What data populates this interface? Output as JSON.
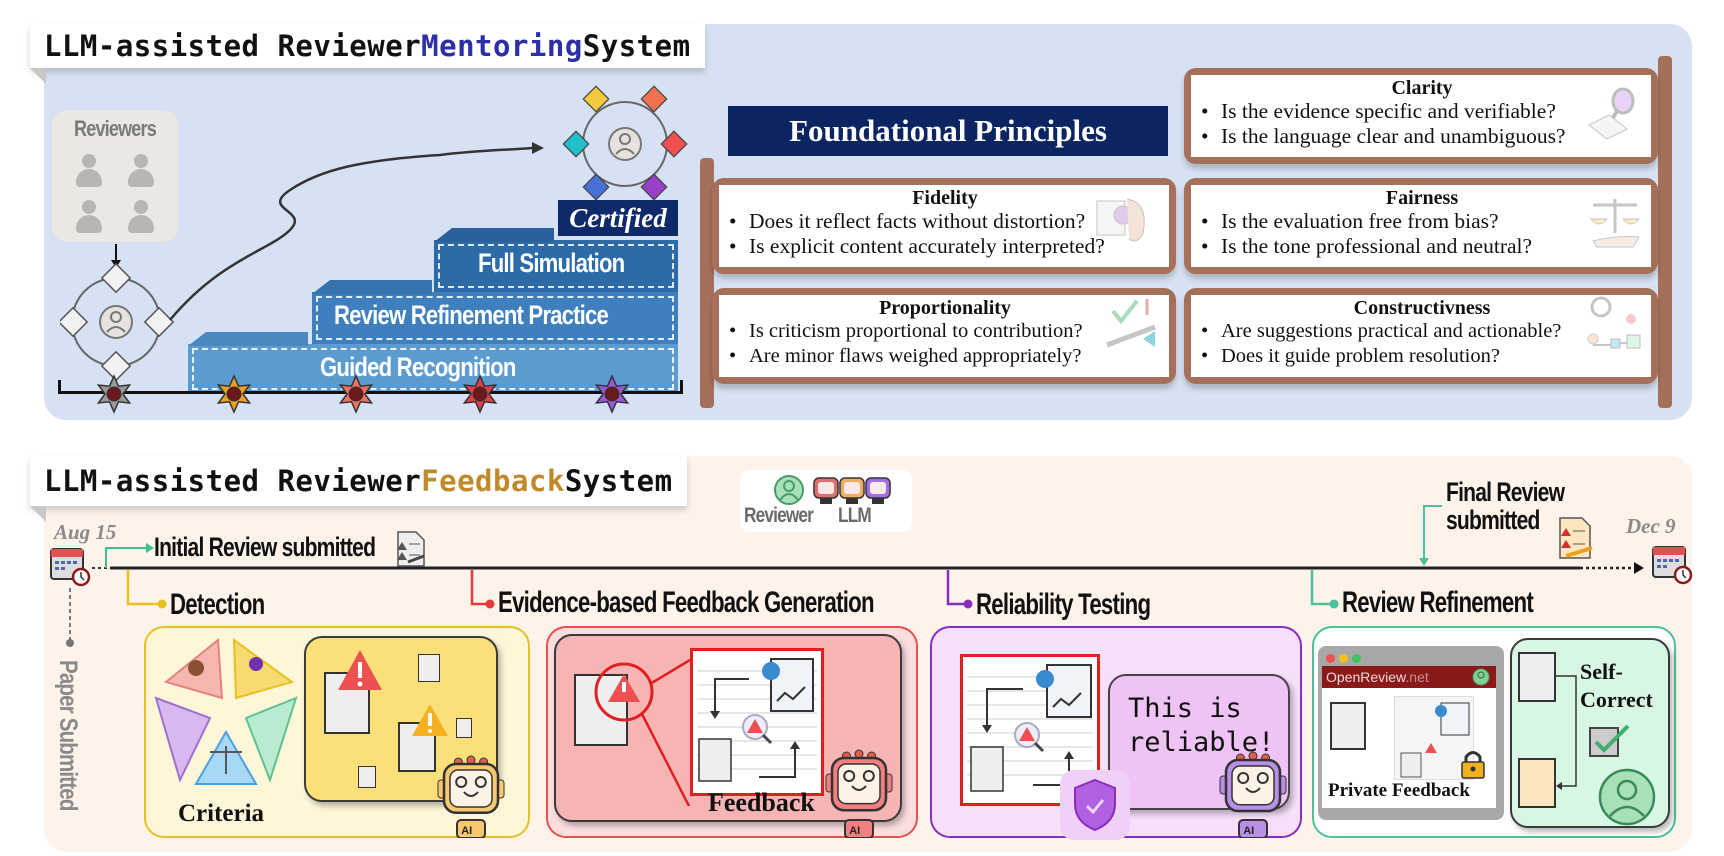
{
  "mentoring": {
    "title_prefix": "LLM-assisted Reviewer ",
    "title_highlight": "Mentoring",
    "title_suffix": " System",
    "highlight_color": "#2b2fa8",
    "reviewers_label": "Reviewers",
    "stairs": [
      {
        "label": "Guided Recognition"
      },
      {
        "label": "Review Refinement Practice"
      },
      {
        "label": "Full Simulation"
      }
    ],
    "certified_label": "Certified",
    "badge_colors": [
      "#9a9a9a",
      "#f0a020",
      "#ee7060",
      "#e0404a",
      "#9a58d8"
    ],
    "principles_title": "Foundational Principles",
    "principles": [
      {
        "name": "Clarity",
        "icon": "magnifier-book-icon",
        "questions": [
          "Is the evidence specific and verifiable?",
          "Is the language clear and unambiguous?"
        ]
      },
      {
        "name": "Fidelity",
        "icon": "document-head-icon",
        "questions": [
          "Does it reflect facts without distortion?",
          "Is explicit content accurately interpreted?"
        ]
      },
      {
        "name": "Fairness",
        "icon": "scales-hand-icon",
        "questions": [
          "Is the evaluation free from bias?",
          "Is the tone professional and neutral?"
        ]
      },
      {
        "name": "Proportionality",
        "icon": "seesaw-check-icon",
        "questions": [
          "Is criticism proportional to contribution?",
          "Are minor flaws weighed appropriately?"
        ]
      },
      {
        "name": "Constructivness",
        "icon": "gear-flowchart-icon",
        "questions": [
          "Are suggestions practical and actionable?",
          "Does it guide problem resolution?"
        ]
      }
    ]
  },
  "feedback": {
    "title_prefix": "LLM-assisted Reviewer ",
    "title_highlight": "Feedback",
    "title_suffix": " System",
    "highlight_color": "#c08a2a",
    "legend": {
      "reviewer": "Reviewer",
      "llm": "LLM"
    },
    "timeline": {
      "start_date": "Aug 15",
      "end_date": "Dec 9",
      "initial_review": "Initial Review submitted",
      "final_review_line1": "Final Review",
      "final_review_line2": "submitted",
      "paper_submitted": "Paper Submitted"
    },
    "stages": [
      {
        "label": "Detection",
        "color": "#e8c020"
      },
      {
        "label": "Evidence-based Feedback Generation",
        "color": "#e03a3a"
      },
      {
        "label": "Reliability Testing",
        "color": "#8a2cc0"
      },
      {
        "label": "Review Refinement",
        "color": "#4cc09a"
      }
    ],
    "detection": {
      "criteria_label": "Criteria"
    },
    "generation": {
      "feedback_label": "Feedback"
    },
    "reliability": {
      "speech_line1": "This is",
      "speech_line2": "reliable!"
    },
    "refinement": {
      "site_name": "OpenReview",
      "site_tld": ".net",
      "private_label": "Private Feedback",
      "self_correct_line1": "Self-",
      "self_correct_line2": "Correct"
    },
    "ai_badge": "AI"
  }
}
